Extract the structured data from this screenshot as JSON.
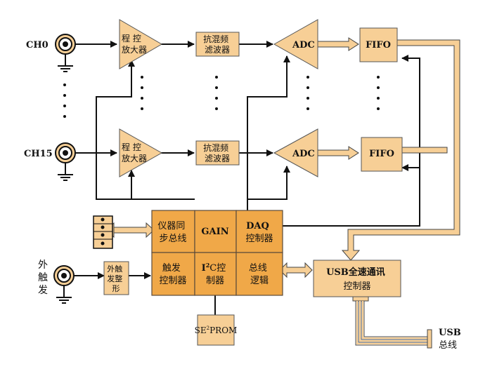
{
  "channels": {
    "ch0": "CH0",
    "ch15": "CH15",
    "ext_trigger": [
      "外",
      "触",
      "发"
    ]
  },
  "blocks": {
    "pga": [
      "程  控",
      "放大器"
    ],
    "antialias": [
      "抗混频",
      "滤波器"
    ],
    "adc": "ADC",
    "fifo": "FIFO",
    "ext_trigger_shaper": [
      "外触",
      "发整",
      "形"
    ],
    "sync_bus": [
      "仪器同",
      "步总线"
    ],
    "gain": "GAIN",
    "daq_controller": [
      "DAQ",
      "控制器"
    ],
    "trigger_controller": [
      "触发",
      "控制器"
    ],
    "i2c_controller": {
      "prefix": "I",
      "sup": "2",
      "suffix": "C控",
      "line2": "制器"
    },
    "bus_logic": [
      "总线",
      "逻辑"
    ],
    "usb_controller": [
      "USB全速通讯",
      "控制器"
    ],
    "eeprom": {
      "prefix": "SE",
      "sup": "2",
      "suffix": "PROM"
    },
    "usb_bus": [
      "USB",
      "总线"
    ]
  },
  "colors": {
    "block_fill": "#f7cf96",
    "core_fill": "#f0a848",
    "wire": "#111111"
  }
}
